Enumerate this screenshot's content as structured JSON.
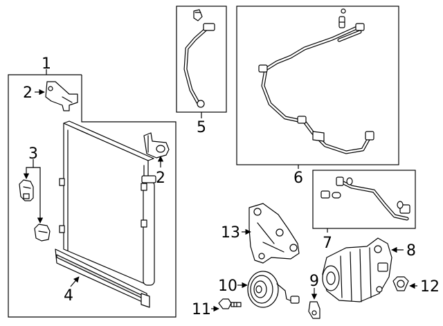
{
  "callouts": {
    "c1": "1",
    "c2a": "2",
    "c2b": "2",
    "c3": "3",
    "c4": "4",
    "c5": "5",
    "c6": "6",
    "c7": "7",
    "c8": "8",
    "c9": "9",
    "c10": "10",
    "c11": "11",
    "c12": "12",
    "c13": "13"
  },
  "colors": {
    "line": "#000000",
    "background": "#ffffff",
    "shade": "#e6e6e6"
  }
}
